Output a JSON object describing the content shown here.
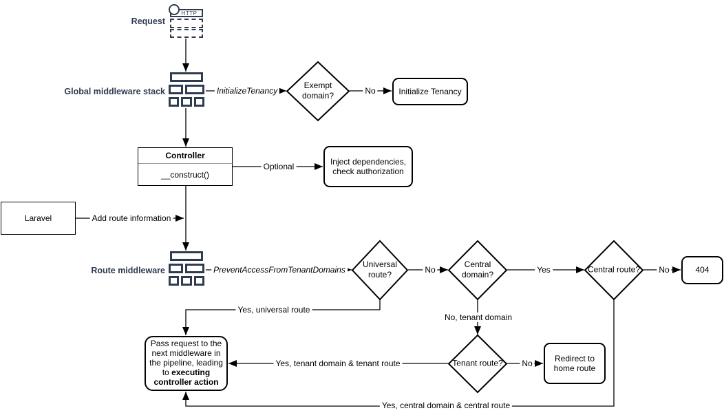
{
  "diagram": {
    "request": {
      "label": "Request",
      "protocol": "HTTP"
    },
    "global_middleware_stack": {
      "label": "Global middleware stack"
    },
    "route_middleware": {
      "label": "Route middleware"
    },
    "controller": {
      "title": "Controller",
      "member": "__construct()"
    },
    "laravel": {
      "label": "Laravel"
    },
    "decisions": {
      "exempt_domain": "Exempt domain?",
      "universal_route": "Universal route?",
      "central_domain": "Central domain?",
      "central_route": "Central route?",
      "tenant_route": "Tenant route?"
    },
    "outcomes": {
      "initialize_tenancy": "Initialize Tenancy",
      "inject_dependencies": "Inject dependencies, check authorization",
      "not_found": "404",
      "redirect_home": "Redirect to home route",
      "pass_request": {
        "text": "Pass request to the next middleware in the pipeline, leading to ",
        "bold": "executing controller action"
      }
    },
    "edge_labels": {
      "initialize_tenancy_middleware": "InitializeTenancy",
      "exempt_domain_no": "No",
      "optional": "Optional",
      "add_route_information": "Add route information",
      "prevent_access_middleware": "PreventAccessFromTenantDomains",
      "universal_route_no": "No",
      "central_domain_yes": "Yes",
      "central_route_no": "No",
      "yes_universal_route": "Yes, universal route",
      "no_tenant_domain": "No, tenant domain",
      "tenant_route_no": "No",
      "yes_tenant_domain_tenant_route": "Yes, tenant domain & tenant route",
      "yes_central_domain_central_route": "Yes, central domain & central route"
    },
    "colors": {
      "accent": "#2f3b4f",
      "line": "#000000"
    }
  }
}
